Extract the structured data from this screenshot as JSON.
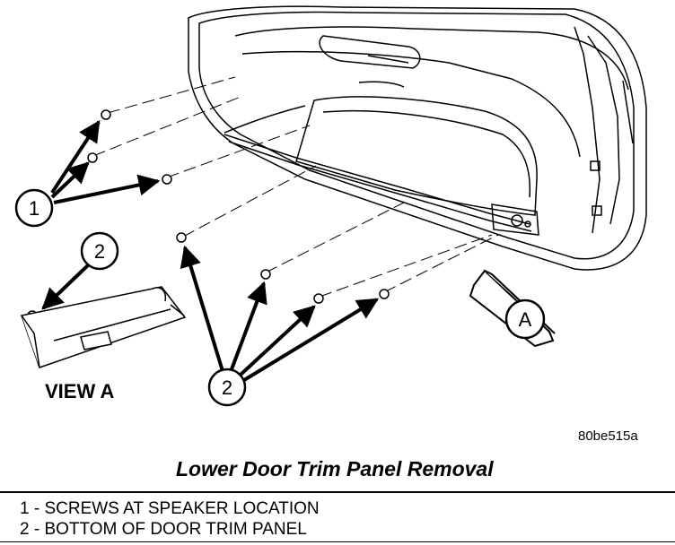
{
  "callouts": {
    "one": "1",
    "two_view": "2",
    "two_main": "2",
    "view_marker": "A"
  },
  "view_label": "VIEW A",
  "figure_id": "80be515a",
  "caption": "Lower Door Trim Panel Removal",
  "legend": [
    {
      "text": "1 - SCREWS AT SPEAKER LOCATION"
    },
    {
      "text": "2 - BOTTOM OF DOOR TRIM PANEL"
    }
  ]
}
